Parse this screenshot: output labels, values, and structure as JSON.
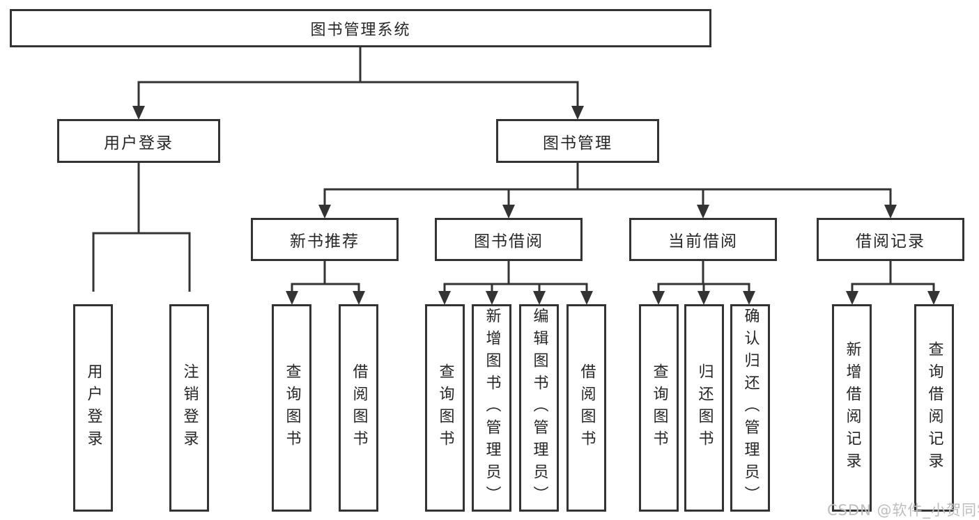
{
  "diagram": {
    "title": "图书管理系统",
    "type": "hierarchy-tree",
    "colors": {
      "line": "#333333",
      "node_border": "#333333",
      "node_text": "#262626",
      "background": "#ffffff",
      "watermark": "#bdbdbd"
    },
    "nodes": {
      "root": {
        "label": "图书管理系统"
      },
      "level1": [
        {
          "label": "用户登录",
          "parent": "图书管理系统"
        },
        {
          "label": "图书管理",
          "parent": "图书管理系统"
        }
      ],
      "level2": [
        {
          "label": "新书推荐",
          "parent": "图书管理"
        },
        {
          "label": "图书借阅",
          "parent": "图书管理"
        },
        {
          "label": "当前借阅",
          "parent": "图书管理"
        },
        {
          "label": "借阅记录",
          "parent": "图书管理"
        }
      ],
      "leaves": [
        {
          "label": "用户登录",
          "parent": "用户登录"
        },
        {
          "label": "注销登录",
          "parent": "用户登录"
        },
        {
          "label": "查询图书",
          "parent": "新书推荐"
        },
        {
          "label": "借阅图书",
          "parent": "新书推荐"
        },
        {
          "label": "查询图书",
          "parent": "图书借阅"
        },
        {
          "label": "新增图书（管理员）",
          "parent": "图书借阅"
        },
        {
          "label": "编辑图书（管理员）",
          "parent": "图书借阅"
        },
        {
          "label": "借阅图书",
          "parent": "图书借阅"
        },
        {
          "label": "查询图书",
          "parent": "当前借阅"
        },
        {
          "label": "归还图书",
          "parent": "当前借阅"
        },
        {
          "label": "确认归还（管理员）",
          "parent": "当前借阅"
        },
        {
          "label": "新增借阅记录",
          "parent": "借阅记录"
        },
        {
          "label": "查询借阅记录",
          "parent": "借阅记录"
        }
      ]
    }
  },
  "watermark": {
    "text": "CSDN @软件_小贺同学"
  }
}
